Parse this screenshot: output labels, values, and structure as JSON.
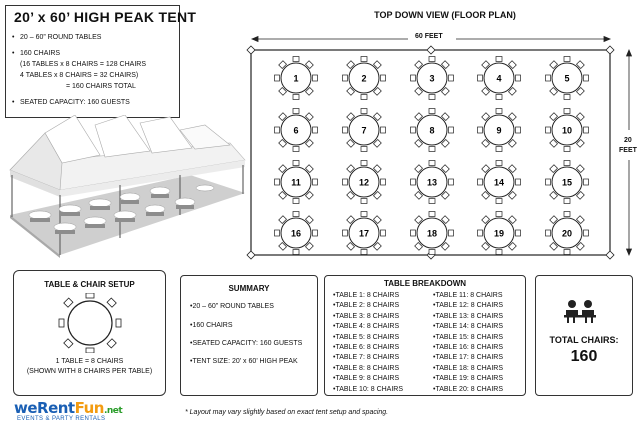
{
  "tent": {
    "title": "20’ x 60’ HIGH PEAK TENT",
    "bullets": [
      {
        "text": "20 – 60” ROUND TABLES"
      },
      {
        "text": "160 CHAIRS",
        "sub": [
          "(16 TABLES x 8 CHAIRS = 128 CHAIRS",
          "4 TABLES x 8 CHAIRS =  32 CHAIRS)",
          "= 160 CHAIRS TOTAL"
        ]
      },
      {
        "text": "SEATED CAPACITY: 160 GUESTS"
      }
    ]
  },
  "floor_plan": {
    "title": "TOP DOWN VIEW (FLOOR PLAN)",
    "width_label": "60 FEET",
    "height_label": [
      "20",
      "FEET"
    ],
    "table_numbers": [
      "1",
      "2",
      "3",
      "4",
      "5",
      "6",
      "7",
      "8",
      "9",
      "10",
      "11",
      "12",
      "13",
      "14",
      "15",
      "16",
      "17",
      "18",
      "19",
      "20"
    ]
  },
  "setup": {
    "title": "TABLE & CHAIR SETUP",
    "caption": "1 TABLE = 8 CHAIRS",
    "note": "(SHOWN WITH 8 CHAIRS PER TABLE)"
  },
  "summary": {
    "title": "SUMMARY",
    "items": [
      "20 – 60” ROUND TABLES",
      "160 CHAIRS",
      "SEATED CAPACITY: 160 GUESTS",
      "TENT SIZE: 20’ x 60’ HIGH PEAK"
    ]
  },
  "breakdown": {
    "title": "TABLE BREAKDOWN",
    "left": [
      "TABLE 1:  8 CHAIRS",
      "TABLE 2:  8 CHAIRS",
      "TABLE 3:  8 CHAIRS",
      "TABLE 4:  8 CHAIRS",
      "TABLE 5:  8 CHAIRS",
      "TABLE 6:  8 CHAIRS",
      "TABLE 7:  8 CHAIRS",
      "TABLE 8:  8 CHAIRS",
      "TABLE 9:  8 CHAIRS",
      "TABLE 10:  8 CHAIRS"
    ],
    "right": [
      "TABLE 11:  8 CHAIRS",
      "TABLE 12:  8 CHAIRS",
      "TABLE 13:  8 CHAIRS",
      "TABLE 14:  8 CHAIRS",
      "TABLE 15:  8 CHAIRS",
      "TABLE 16:  8 CHAIRS",
      "TABLE 17:  8 CHAIRS",
      "TABLE 18:  8 CHAIRS",
      "TABLE 19:  8 CHAIRS",
      "TABLE 20:  8 CHAIRS"
    ]
  },
  "total": {
    "label": "TOTAL CHAIRS:",
    "value": "160",
    "icon": "people-seated-icon"
  },
  "brand": {
    "name_part1": "weRent",
    "name_part2": "Fun",
    "name_part3": ".net",
    "tagline": "EVENTS & PARTY RENTALS"
  },
  "footnote": "* Layout may vary slightly based on exact tent setup and spacing."
}
